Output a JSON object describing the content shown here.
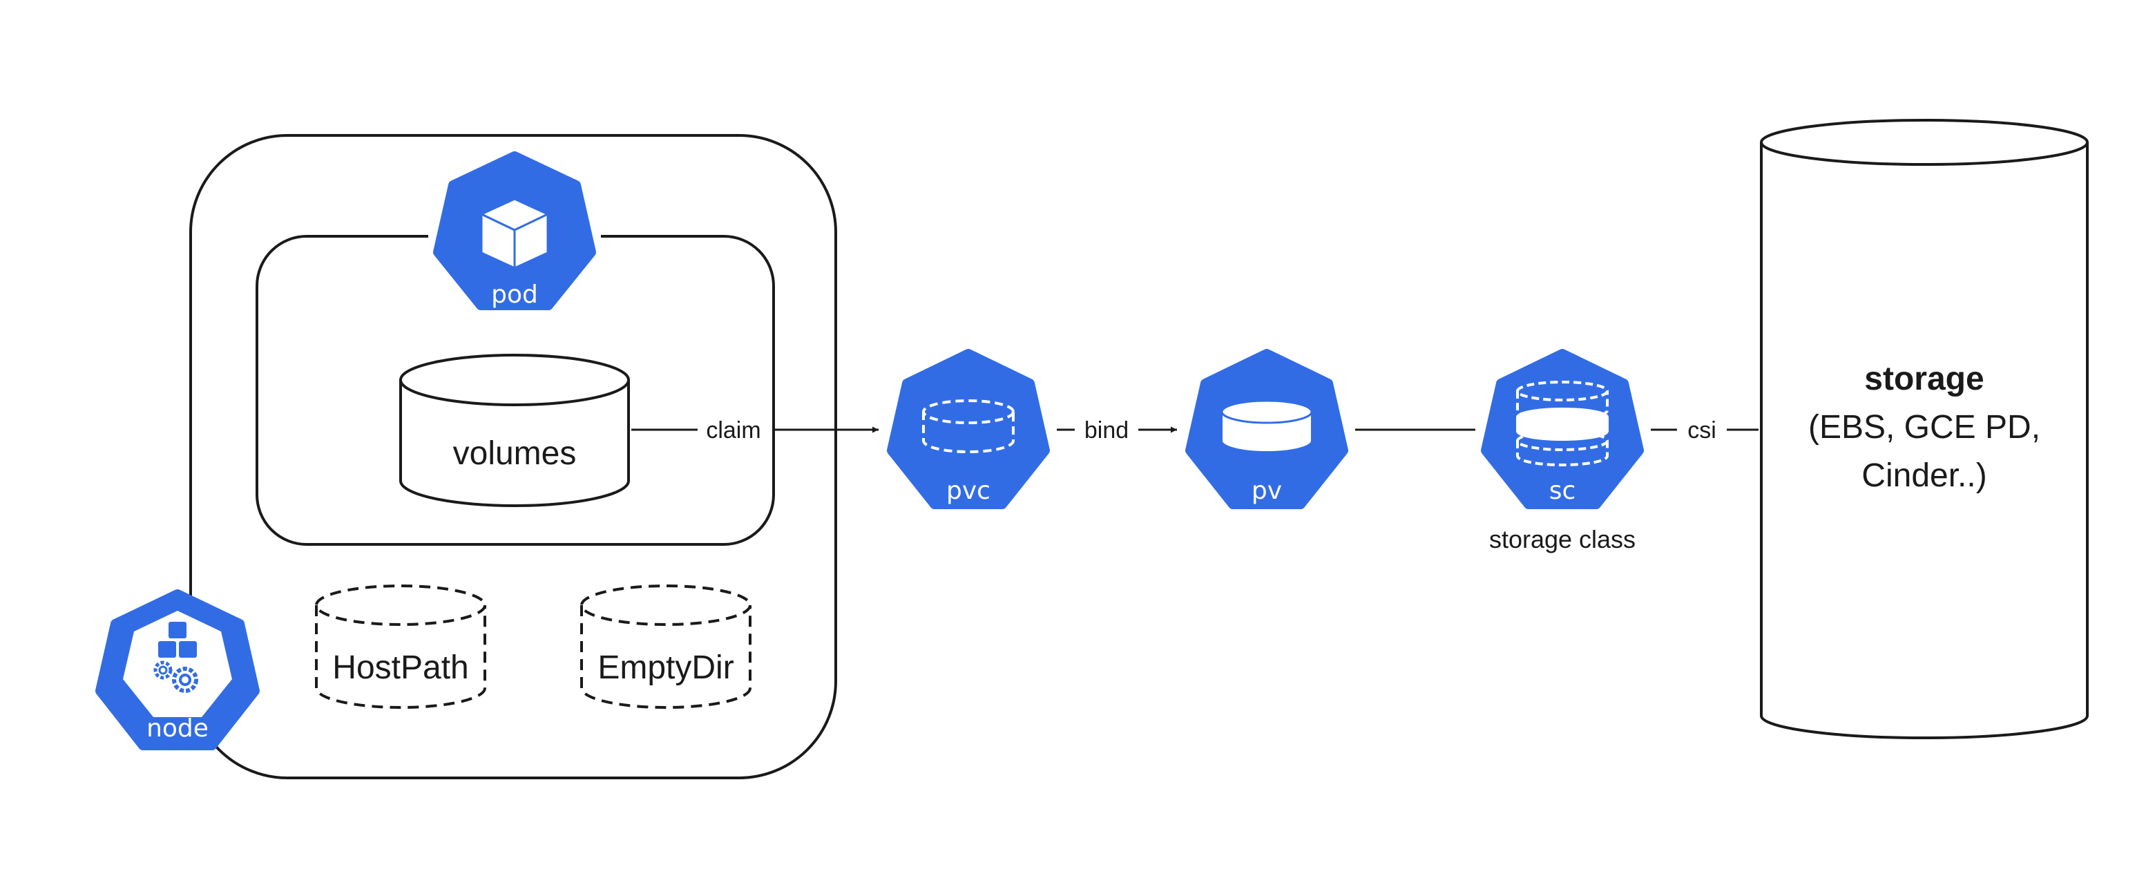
{
  "diagram": {
    "node": {
      "label": "node"
    },
    "pod": {
      "label": "pod",
      "volumes_label": "volumes"
    },
    "local_volumes": {
      "hostpath_label": "HostPath",
      "emptydir_label": "EmptyDir"
    },
    "edges": {
      "claim_label": "claim",
      "bind_label": "bind",
      "csi_label": "csi"
    },
    "pvc": {
      "label": "pvc"
    },
    "pv": {
      "label": "pv"
    },
    "sc": {
      "label": "sc",
      "caption": "storage class"
    },
    "storage": {
      "title": "storage",
      "line1": "(EBS, GCE PD,",
      "line2": "Cinder..)"
    },
    "colors": {
      "k8s_blue": "#326CE5",
      "stroke": "#1a1a1a",
      "background": "#ffffff"
    }
  }
}
